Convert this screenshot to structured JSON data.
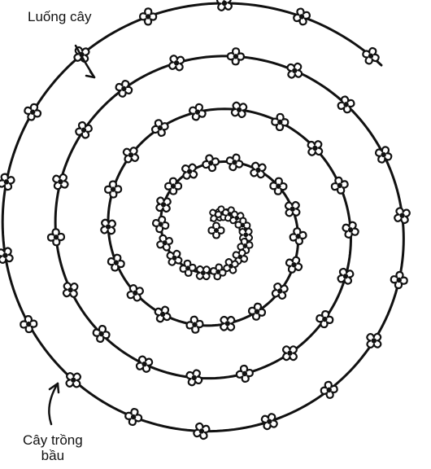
{
  "labels": {
    "planting_row": "Luống cây",
    "potted_plant_line1": "Cây trồng",
    "potted_plant_line2": "bầu"
  },
  "colors": {
    "ink": "#111111",
    "background": "#ffffff",
    "plant_fill": "#ffffff"
  },
  "diagram": {
    "spiral_turns": 4.2,
    "plants_per_turn": 18,
    "has_center_plant": true
  }
}
